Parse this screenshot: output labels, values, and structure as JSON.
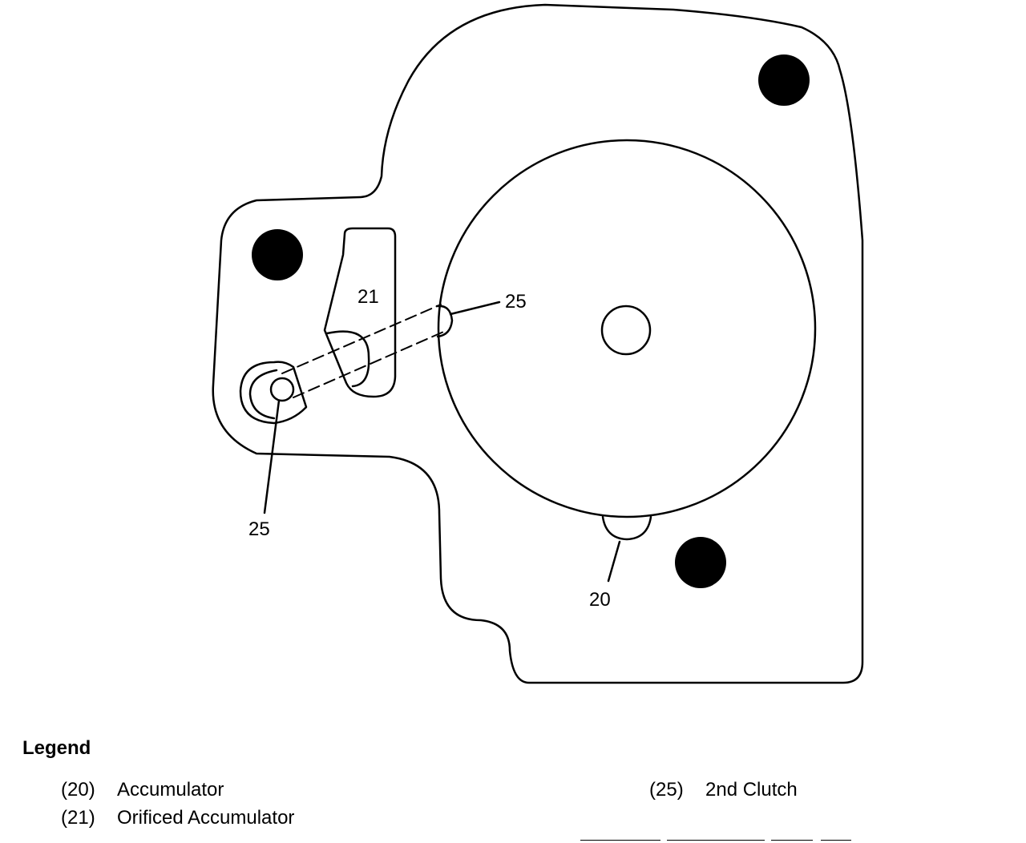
{
  "diagram": {
    "callouts": {
      "c21": "21",
      "c25_right": "25",
      "c25_left": "25",
      "c20": "20"
    }
  },
  "legend": {
    "title": "Legend",
    "items": [
      {
        "number": "(20)",
        "label": "Accumulator"
      },
      {
        "number": "(21)",
        "label": "Orificed Accumulator"
      },
      {
        "number": "(25)",
        "label": "2nd Clutch"
      }
    ]
  },
  "colors": {
    "ink": "#000000",
    "background": "#ffffff"
  }
}
